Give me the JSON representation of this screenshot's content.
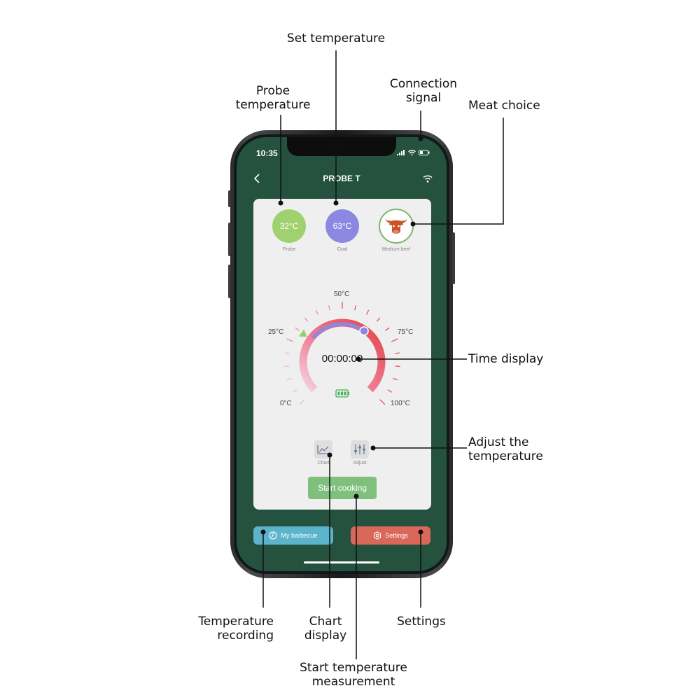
{
  "status": {
    "time": "10:35"
  },
  "header": {
    "title": "PROBE T",
    "back_icon": "chevron-left-icon",
    "signal_icon": "wifi-icon"
  },
  "readings": {
    "probe": {
      "value": "32°C",
      "label": "Probe",
      "color": "#9fd16f"
    },
    "goal": {
      "value": "63°C",
      "label": "Goal",
      "color": "#8c88e2"
    },
    "meat": {
      "label": "Medium beef",
      "icon": "bull-head-icon",
      "color": "#c8552a"
    }
  },
  "gauge": {
    "labels": {
      "min": "0°C",
      "low": "25°C",
      "mid": "50°C",
      "high": "75°C",
      "max": "100°C"
    },
    "timer": "00:00:00",
    "probe_temp": 32,
    "goal_temp": 63,
    "battery_icon": "battery-icon"
  },
  "tools": {
    "chart": {
      "label": "Chart",
      "icon": "line-chart-icon"
    },
    "adjust": {
      "label": "Adjust",
      "icon": "sliders-icon"
    }
  },
  "start_button": {
    "label": "Start cooking",
    "color": "#7fc07d"
  },
  "bottom": {
    "barbecue": {
      "label": "My barbecue",
      "icon": "clock-icon",
      "color": "#5bb4c9"
    },
    "settings": {
      "label": "Settings",
      "icon": "gear-icon",
      "color": "#d9685a"
    }
  },
  "callouts": {
    "set_temperature": "Set temperature",
    "probe_temperature_1": "Probe",
    "probe_temperature_2": "temperature",
    "connection_signal_1": "Connection",
    "connection_signal_2": "signal",
    "meat_choice": "Meat choice",
    "time_display": "Time display",
    "adjust_1": "Adjust the",
    "adjust_2": "temperature",
    "temp_recording_1": "Temperature",
    "temp_recording_2": "recording",
    "chart_display_1": "Chart",
    "chart_display_2": "display",
    "settings": "Settings",
    "start_measurement_1": "Start temperature",
    "start_measurement_2": "measurement"
  }
}
